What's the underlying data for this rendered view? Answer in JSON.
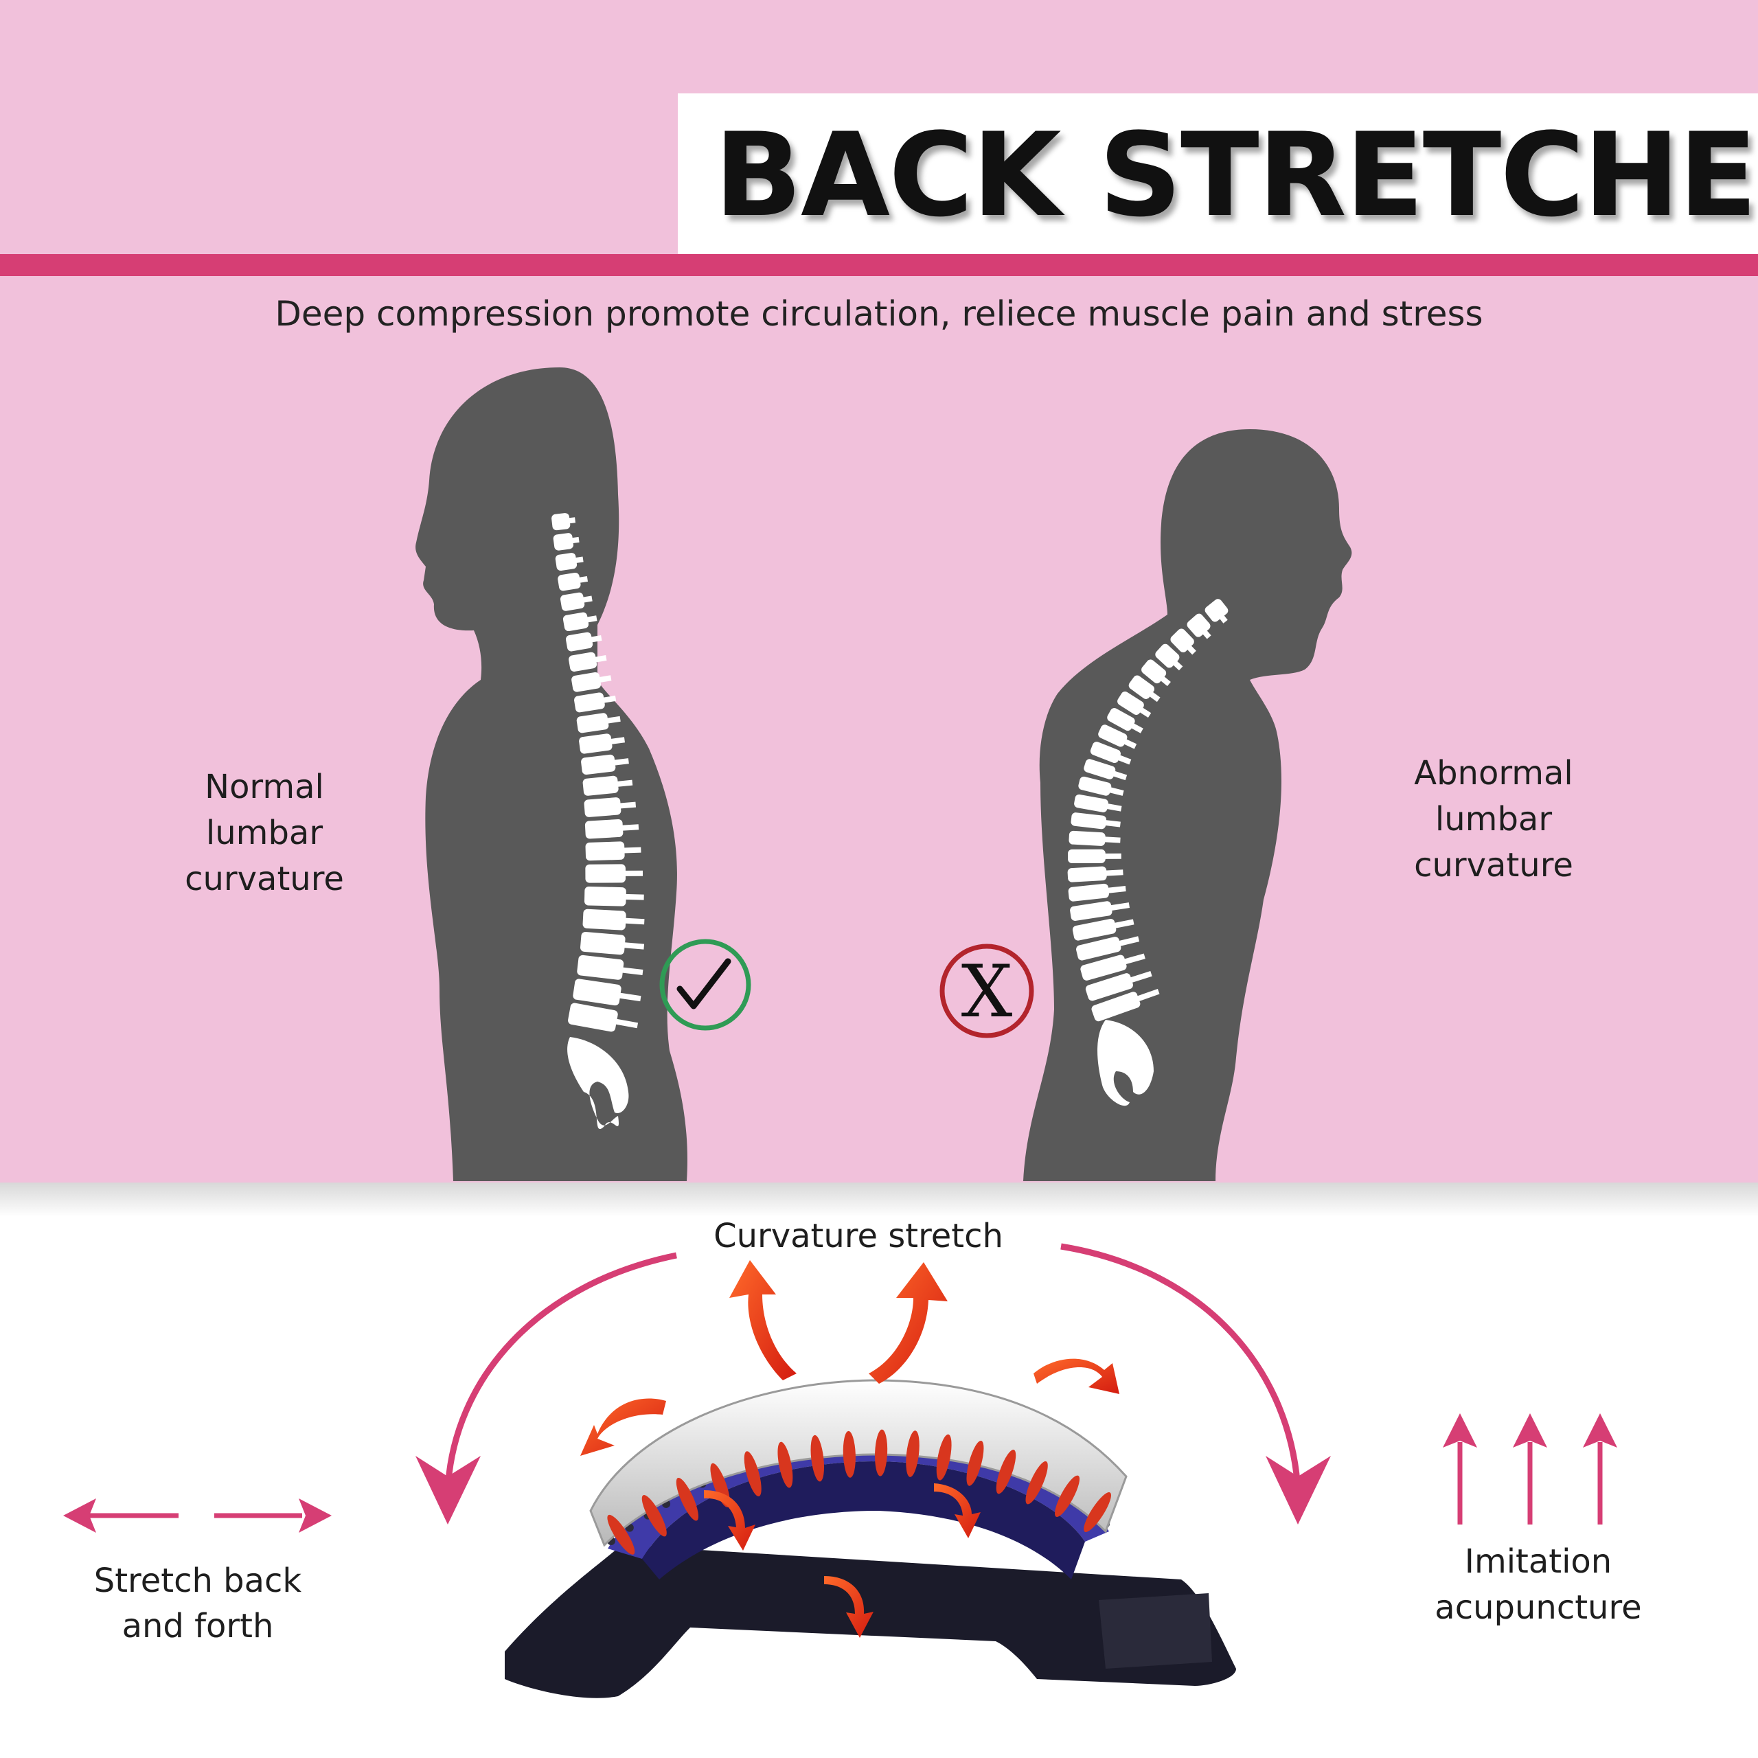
{
  "title": "BACK STRETCHER",
  "subtitle": "Deep compression promote circulation, reliece muscle pain and stress",
  "labels": {
    "normal": [
      "Normal",
      "lumbar",
      "curvature"
    ],
    "abnormal": [
      "Abnormal",
      "lumbar",
      "curvature"
    ],
    "curvature": "Curvature stretch",
    "stretch": [
      "Stretch back",
      "and forth"
    ],
    "acupuncture": [
      "Imitation",
      "acupuncture"
    ],
    "wrong_mark": "X"
  },
  "colors": {
    "pink_background": "#f1c1db",
    "accent": "#d63e74",
    "silhouette": "#595959",
    "check_ring": "#2f9b55",
    "cross_ring": "#b3242c",
    "stretcher_blue": "#3f3aa8",
    "arrow_red": "#e8391a"
  }
}
